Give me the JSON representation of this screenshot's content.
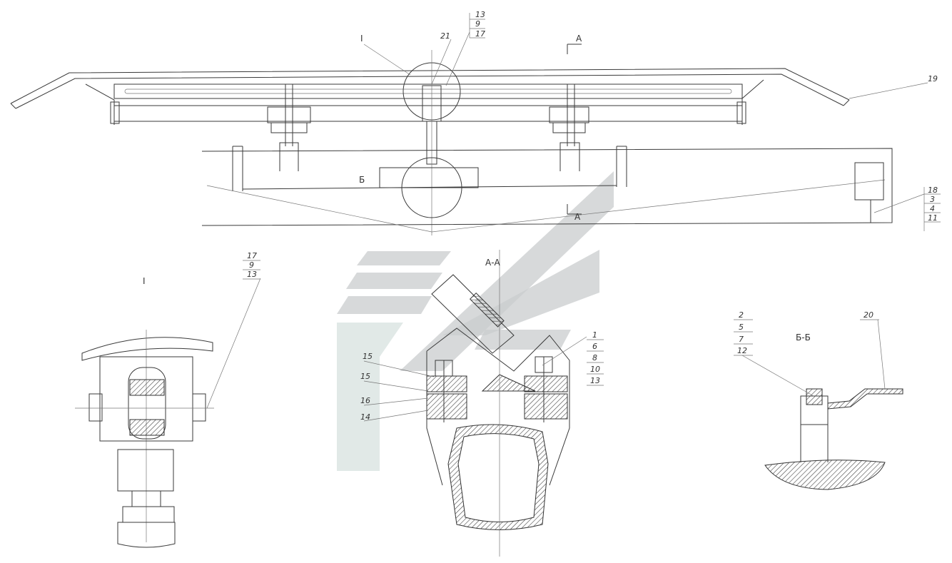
{
  "labels": {
    "l_19": "19",
    "l_13_top": "13",
    "l_9_top": "9",
    "l_17_top": "17",
    "l_21": "21",
    "l_I_top": "I",
    "l_A_top": "A",
    "l_A_mid": "A",
    "l_bt": "Б",
    "l_18": "18",
    "l_3": "3",
    "l_4": "4",
    "l_11": "11",
    "l_17_left": "17",
    "l_9_left": "9",
    "l_13_left": "13",
    "l_I_left": "I",
    "l_AA": "А-А",
    "l_15a": "15",
    "l_15b": "15",
    "l_16": "16",
    "l_14": "14",
    "l_1": "1",
    "l_6": "6",
    "l_8": "8",
    "l_10": "10",
    "l_13_r": "13",
    "l_2": "2",
    "l_5": "5",
    "l_7": "7",
    "l_12": "12",
    "l_20": "20",
    "l_BB": "Б-Б"
  }
}
